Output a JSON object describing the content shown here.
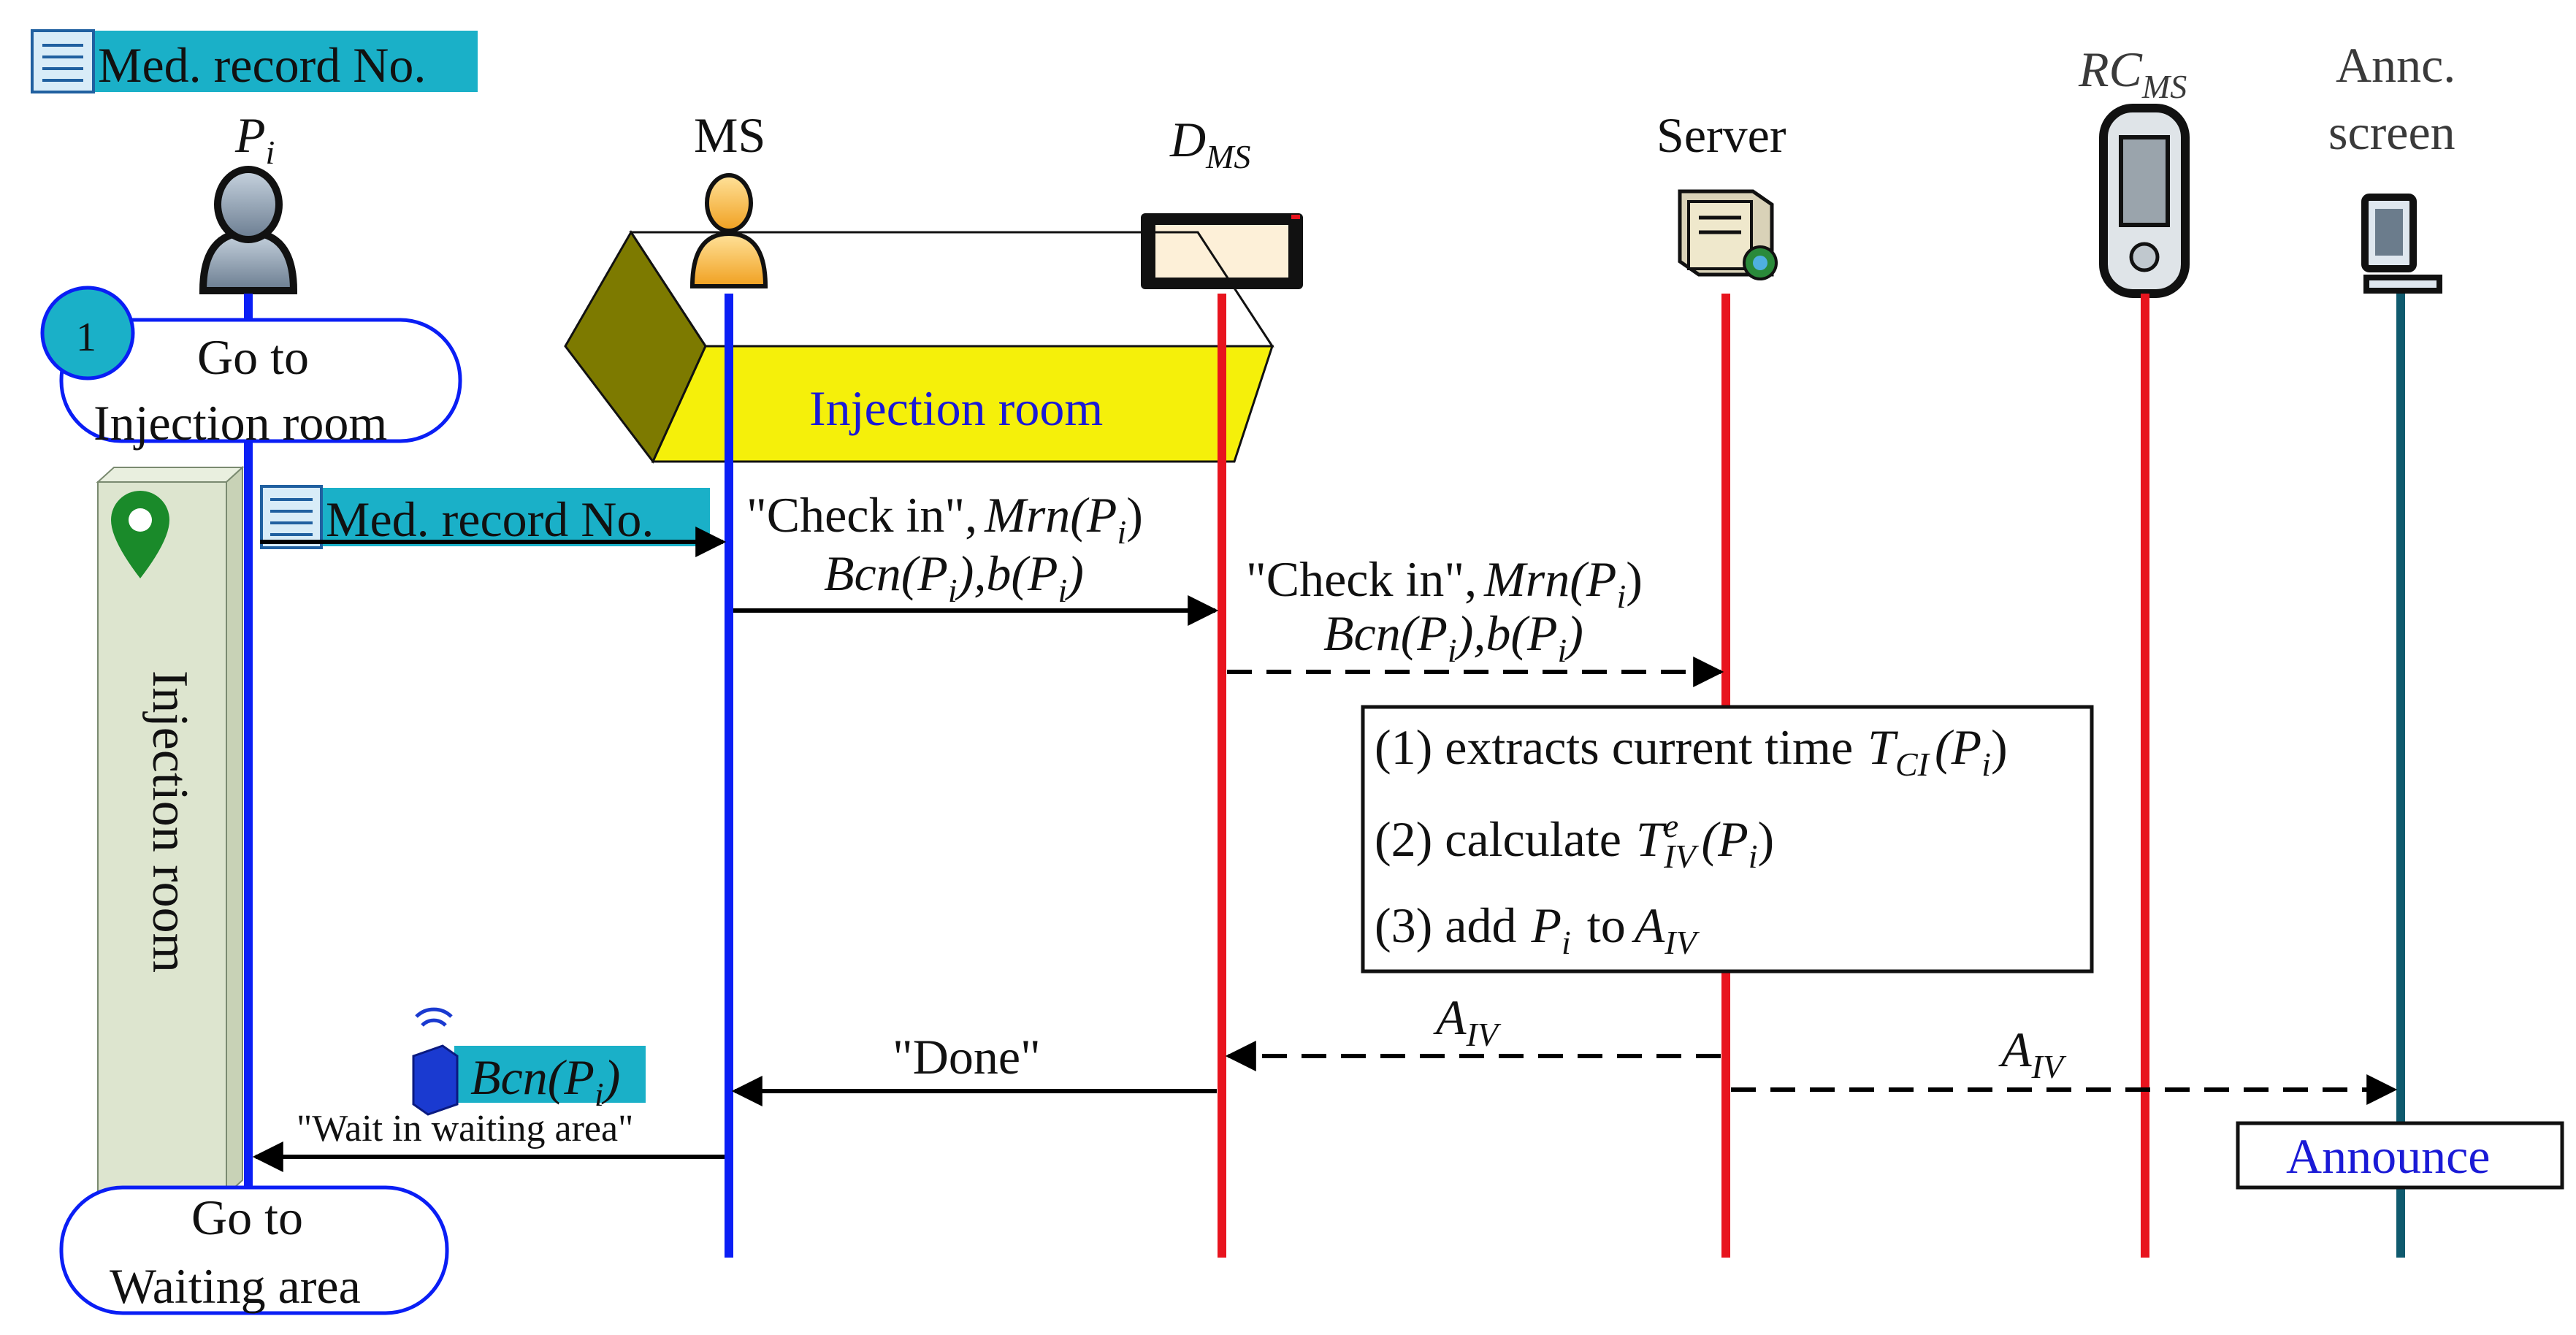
{
  "colors": {
    "lifeline_patient": "#0a1ef5",
    "lifeline_ms": "#0a1ef5",
    "lifeline_red": "#e8141e",
    "lifeline_announce": "#0f5a6e",
    "tag_cyan": "#1ab0c8",
    "room_yellow": "#f5f00a",
    "room_olive": "#7d7a00",
    "room_green": "#dde5cf",
    "pin_green": "#1a8a2a",
    "announce_blue": "#1a1ad6"
  },
  "header": {
    "record_tag": "Med. record No."
  },
  "actors": {
    "patient": {
      "label": "P",
      "sub": "i",
      "icon": "person-icon"
    },
    "ms": {
      "label": "MS",
      "icon": "medical-staff-icon"
    },
    "dms": {
      "label": "D",
      "sub": "MS",
      "icon": "tablet-icon"
    },
    "server": {
      "label": "Server",
      "icon": "server-icon"
    },
    "rcms": {
      "label": "RC",
      "sub": "MS",
      "icon": "handheld-icon"
    },
    "annc": {
      "label_line1": "Annc.",
      "label_line2": "screen",
      "icon": "monitor-icon"
    }
  },
  "step_badge": "1",
  "rooms": {
    "top_room": "Injection room",
    "side_room": "Injection room"
  },
  "actions": {
    "go_injection_line1": "Go to",
    "go_injection_line2": "Injection room",
    "go_waiting_line1": "Go to",
    "go_waiting_line2": "Waiting area",
    "announce": "Announce"
  },
  "messages": {
    "record_tag2": "Med. record No.",
    "checkin1_line1_text": "\"Check in\",",
    "checkin1_line1_func": "Mrn(P",
    "checkin1_line2": "Bcn(P",
    "checkin1_line2b": "),b(P",
    "checkin2_line1_text": "\"Check in\",",
    "checkin2_line1_func": "Mrn(P",
    "checkin2_line2": "Bcn(P",
    "checkin2_line2b": "),b(P",
    "sub_i": "i",
    "close_paren": ")",
    "done": "\"Done\"",
    "a_iv_base": "A",
    "a_iv_sub": "IV",
    "beacon_tag_func": "Bcn(P",
    "wait_msg": "\"Wait in waiting area\""
  },
  "server_box": {
    "line1_text": "(1) extracts current time",
    "line1_var": "T",
    "line1_sub": "CI",
    "line2_text": "(2) calculate",
    "line2_var": "T",
    "line2_sup": "e",
    "line2_sub": "IV",
    "line3_text": "(3) add",
    "line3_var": "P",
    "line3_sub": "i",
    "line3_to": "to",
    "line3_set": "A",
    "line3_set_sub": "IV",
    "open_paren": "(P",
    "close_paren": ")"
  }
}
